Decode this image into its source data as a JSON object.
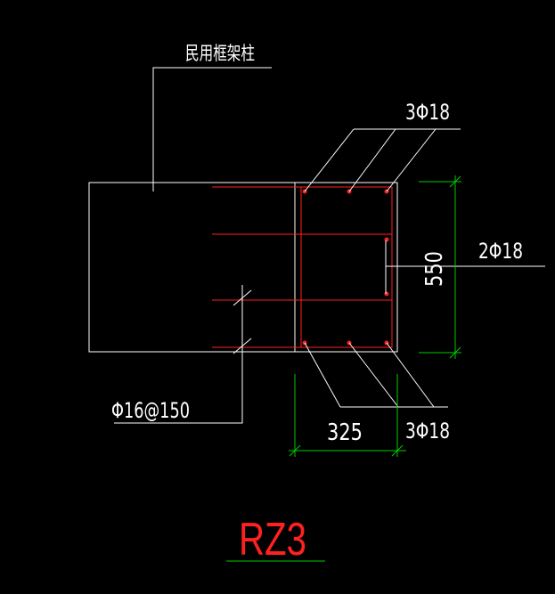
{
  "labels": {
    "column_type": "民用框架柱",
    "top_rebar": "3Φ18",
    "side_rebar": "2Φ18",
    "bottom_rebar": "3Φ18",
    "dowel_rebar": "Φ16@150",
    "height_dim": "550",
    "width_dim": "325",
    "drawing_title": "RZ3"
  },
  "colors": {
    "background": "#000000",
    "outline": "#ffffff",
    "rebar": "#ff2020",
    "dimension": "#00cc00",
    "title": "#ff2020",
    "title_underline": "#00cc00"
  }
}
